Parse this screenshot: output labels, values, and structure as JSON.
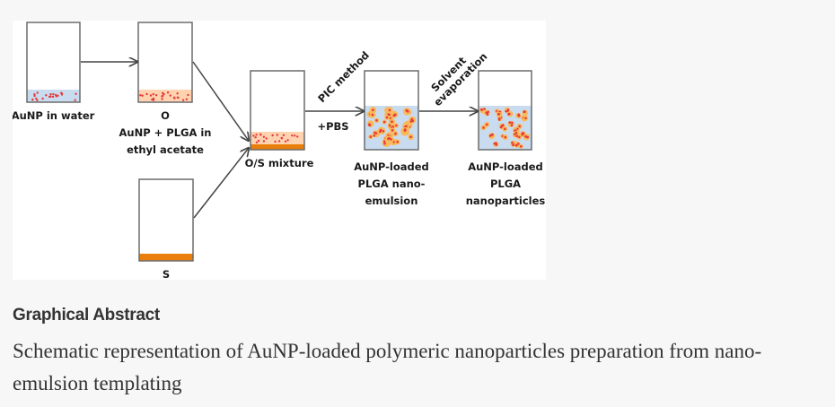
{
  "figure": {
    "colors": {
      "water": "#c9dcef",
      "oil": "#ffd2b0",
      "surfactant": "#e87f0c",
      "particle": "#e53b3b",
      "droplet": "#f9b85a",
      "outline": "#6b6b6b"
    },
    "beakers": [
      {
        "id": "aunp-water",
        "label_lines": [
          "AuNP in water"
        ]
      },
      {
        "id": "oil-phase",
        "label_lines": [
          "O",
          "AuNP + PLGA in",
          "ethyl acetate"
        ]
      },
      {
        "id": "surfactant",
        "label_lines": [
          "S"
        ]
      },
      {
        "id": "os-mixture",
        "label_lines": [
          "O/S mixture"
        ]
      },
      {
        "id": "nano-emulsion",
        "label_lines": [
          "AuNP-loaded",
          "PLGA nano-",
          "emulsion"
        ]
      },
      {
        "id": "nanoparticles",
        "label_lines": [
          "AuNP-loaded",
          "PLGA",
          "nanoparticles"
        ]
      }
    ],
    "arrows": {
      "pic_method": "PIC method",
      "pbs": "+PBS",
      "solvent_line1": "Solvent",
      "solvent_line2": "evaporation"
    }
  },
  "caption": {
    "heading": "Graphical Abstract",
    "text": "Schematic representation of AuNP-loaded polymeric nanoparticles preparation from nano-emulsion templating"
  }
}
